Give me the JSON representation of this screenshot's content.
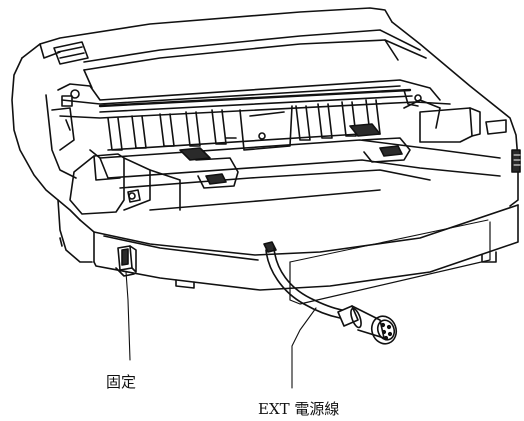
{
  "figure": {
    "subject": "printer-internal-view",
    "labels": {
      "fixing": "固定",
      "ext_power_cable": "EXT 電源線"
    }
  },
  "colors": {
    "line": "#111111",
    "background": "#ffffff",
    "shade": "#2a2a2a"
  }
}
